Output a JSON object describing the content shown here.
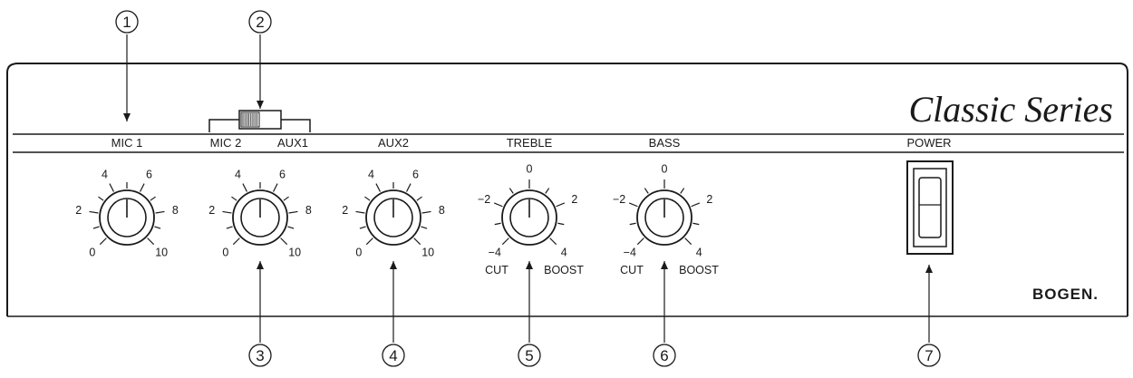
{
  "brand": {
    "series": "Classic Series",
    "logo": "BOGEN."
  },
  "switch_labels": {
    "left": "MIC 2",
    "right": "AUX1"
  },
  "power": {
    "label": "POWER"
  },
  "knobs": [
    {
      "id": "mic1",
      "label": "MIC 1",
      "ticks": [
        "0",
        "2",
        "4",
        "6",
        "8",
        "10"
      ],
      "value": 0.5
    },
    {
      "id": "mic2-aux1",
      "label": "",
      "ticks": [
        "0",
        "2",
        "4",
        "6",
        "8",
        "10"
      ],
      "value": 0.5
    },
    {
      "id": "aux2",
      "label": "AUX2",
      "ticks": [
        "0",
        "2",
        "4",
        "6",
        "8",
        "10"
      ],
      "value": 0.5
    },
    {
      "id": "treble",
      "label": "TREBLE",
      "ticks": [
        "−4",
        "−2",
        "0",
        "2",
        "4"
      ],
      "ends": [
        "CUT",
        "BOOST"
      ],
      "value": 0.5
    },
    {
      "id": "bass",
      "label": "BASS",
      "ticks": [
        "−4",
        "−2",
        "0",
        "2",
        "4"
      ],
      "ends": [
        "CUT",
        "BOOST"
      ],
      "value": 0.5
    }
  ],
  "callouts": [
    "1",
    "2",
    "3",
    "4",
    "5",
    "6",
    "7"
  ]
}
